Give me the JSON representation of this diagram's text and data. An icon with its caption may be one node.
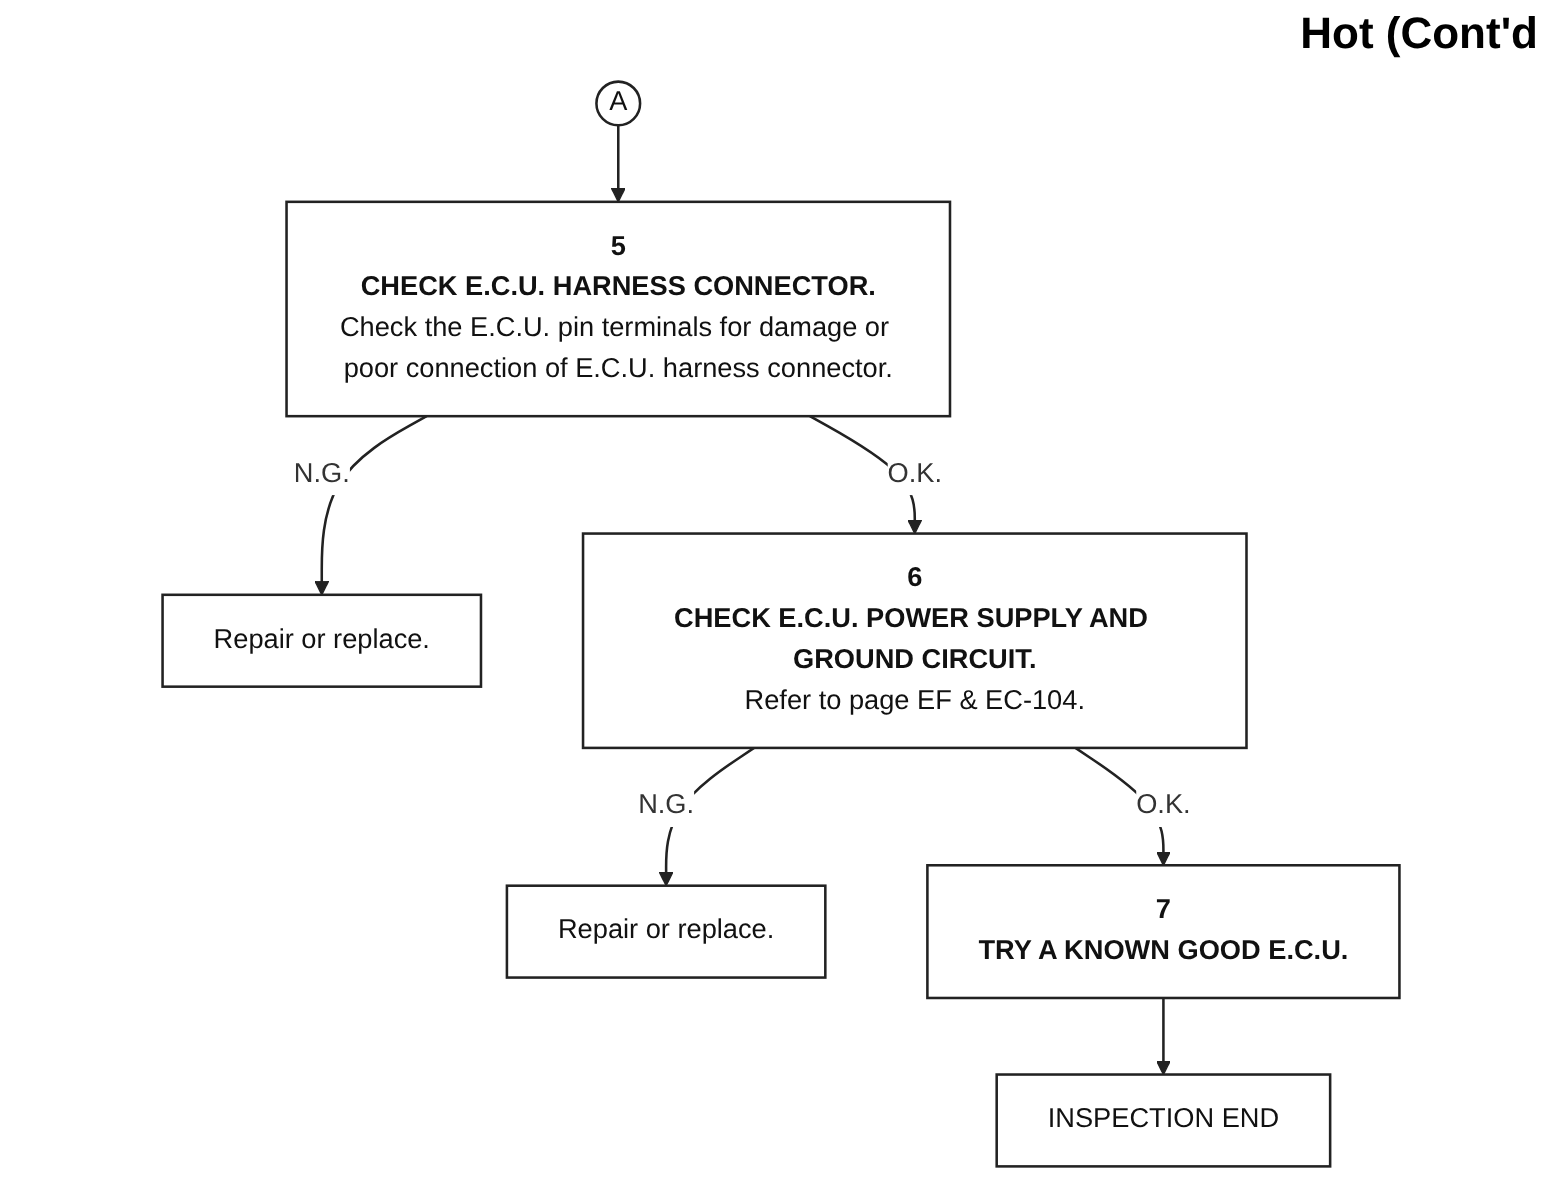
{
  "diagram": {
    "title": "Hot (Cont'd",
    "nodes": [
      {
        "text": [
          "A"
        ]
      },
      {
        "text": [
          "5",
          "CHECK E.C.U. HARNESS CONNECTOR.",
          "Check the E.C.U. pin terminals for damage or poor connection of E.C.U. harness connector."
        ]
      },
      {
        "text": [
          "Repair or replace."
        ]
      },
      {
        "text": [
          "6",
          "CHECK E.C.U. POWER SUPPLY AND GROUND CIRCUIT.",
          "Refer to page EF & EC-104."
        ]
      },
      {
        "text": [
          "Repair or replace."
        ]
      },
      {
        "text": [
          "7",
          "TRY A KNOWN GOOD E.C.U."
        ]
      },
      {
        "text": [
          "INSPECTION END"
        ]
      }
    ],
    "edges": [
      {
        "from": 0,
        "to": 1,
        "arrow": "to"
      },
      {
        "from": 1,
        "to": 2,
        "label": "N.G.",
        "arrow": "to"
      },
      {
        "from": 1,
        "to": 3,
        "label": "O.K.",
        "arrow": "to"
      },
      {
        "from": 3,
        "to": 4,
        "label": "N.G.",
        "arrow": "to"
      },
      {
        "from": 3,
        "to": 5,
        "label": "O.K.",
        "arrow": "to"
      },
      {
        "from": 5,
        "to": 6,
        "arrow": "to"
      }
    ]
  }
}
